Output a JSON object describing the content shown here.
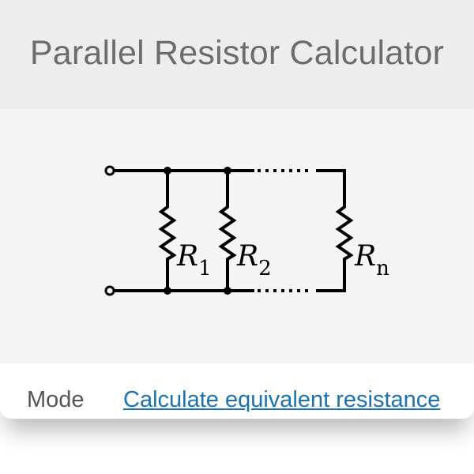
{
  "header": {
    "title": "Parallel Resistor Calculator"
  },
  "diagram": {
    "resistors": [
      {
        "symbol": "R",
        "subscript": "1"
      },
      {
        "symbol": "R",
        "subscript": "2"
      },
      {
        "symbol": "R",
        "subscript": "n"
      }
    ]
  },
  "mode": {
    "label": "Mode",
    "value": "Calculate equivalent resistance"
  }
}
